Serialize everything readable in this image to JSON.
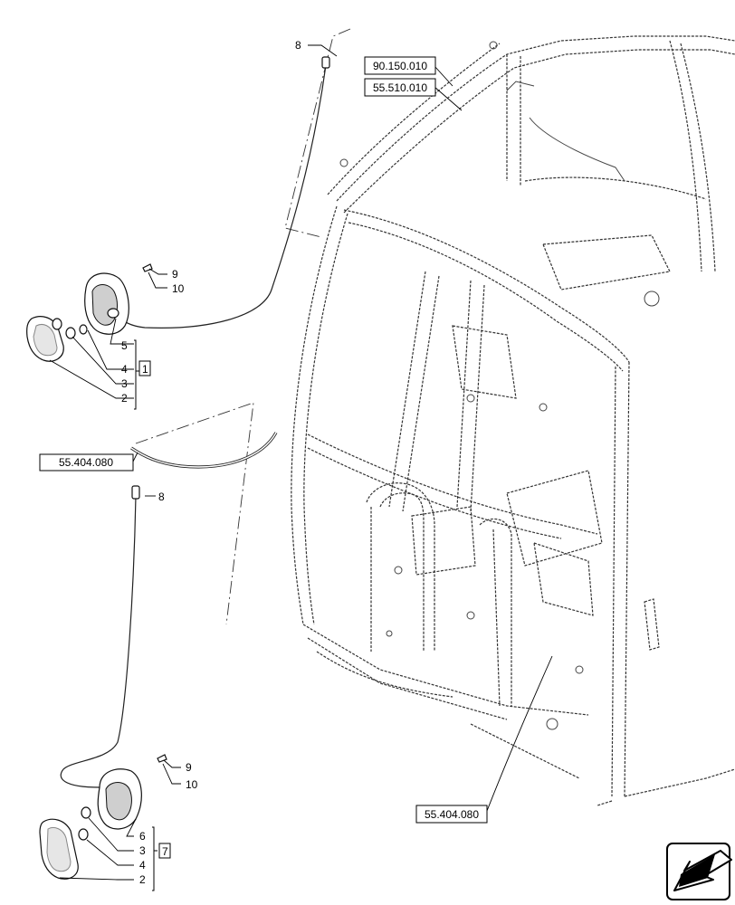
{
  "references": [
    {
      "id": "ref-top-1",
      "label": "90.150.010"
    },
    {
      "id": "ref-top-2",
      "label": "55.510.010"
    },
    {
      "id": "ref-left",
      "label": "55.404.080"
    },
    {
      "id": "ref-bottom",
      "label": "55.404.080"
    }
  ],
  "callouts": {
    "upper_connector": "8",
    "upper_screw": "9",
    "upper_nut": "10",
    "upper_lamp_body": "5",
    "upper_bulb": "4",
    "upper_socket": "3",
    "upper_lens": "2",
    "upper_kit": "1",
    "lower_connector": "8",
    "lower_screw": "9",
    "lower_nut": "10",
    "lower_lamp_body": "6",
    "lower_socket": "3",
    "lower_bulb": "4",
    "lower_lens": "2",
    "lower_kit": "7"
  },
  "icons": {
    "nav": "arrow-left-down-icon"
  },
  "colors": {
    "line": "#000000",
    "background": "#ffffff"
  }
}
